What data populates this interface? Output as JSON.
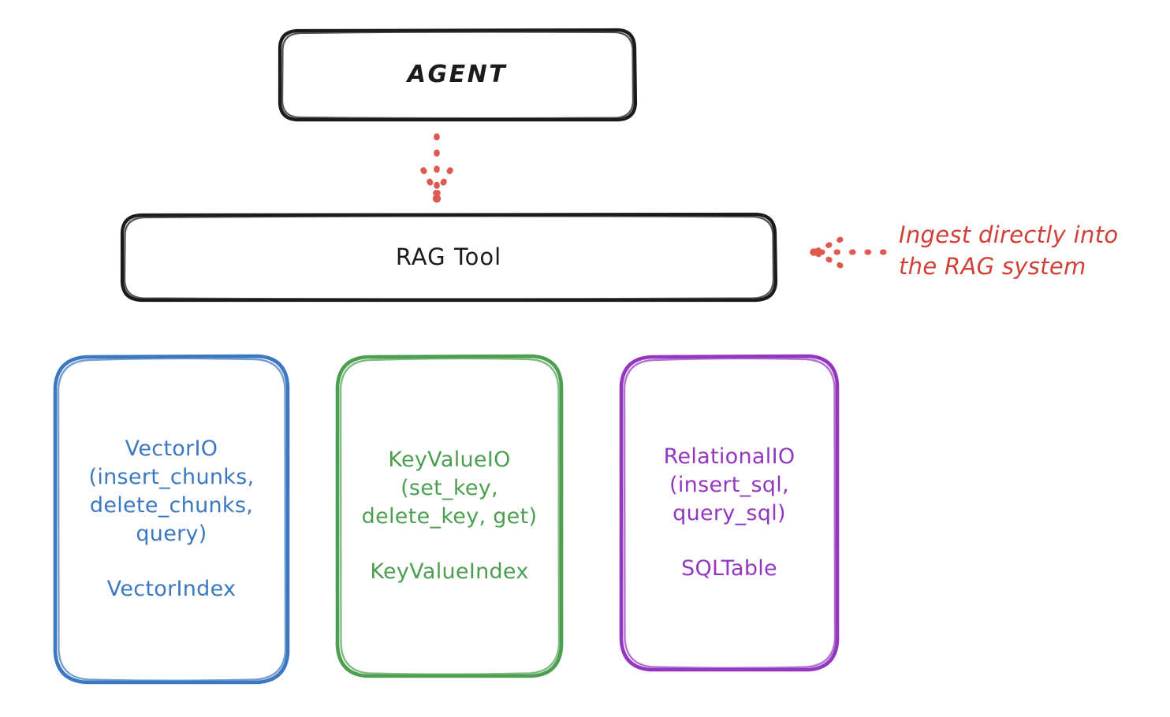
{
  "diagram": {
    "title_node": {
      "label": "AGENT",
      "color": "#1b1b1b"
    },
    "tool_node": {
      "label": "RAG Tool",
      "color": "#1b1b1b"
    },
    "stores": [
      {
        "id": "vector",
        "api": "VectorIO\n(insert_chunks,\ndelete_chunks,\nquery)",
        "index": "VectorIndex",
        "color": "#3c78c0"
      },
      {
        "id": "keyvalue",
        "api": "KeyValueIO\n(set_key,\ndelete_key, get)",
        "index": "KeyValueIndex",
        "color": "#4c9f50"
      },
      {
        "id": "relational",
        "api": "RelationalIO\n(insert_sql,\nquery_sql)",
        "index": "SQLTable",
        "color": "#9437bf"
      }
    ],
    "annotation": {
      "text": "Ingest directly into\nthe RAG system",
      "color": "#cf4037"
    },
    "connectors": {
      "agent_to_rag": "dotted-arrow-down",
      "annotation_to_rag": "dotted-arrow-left"
    },
    "colors": {
      "background": "#ffffff",
      "stroke_dark": "#1b1b1b",
      "blue": "#3c78c0",
      "green": "#4c9f50",
      "purple": "#9437bf",
      "red": "#cf4037"
    }
  }
}
